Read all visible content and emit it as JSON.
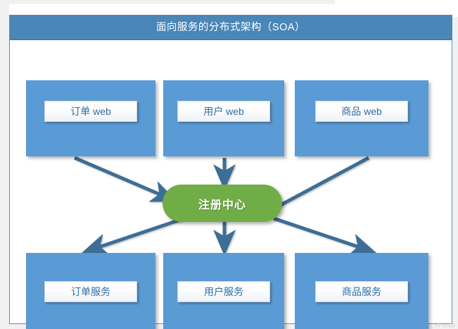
{
  "card": {
    "title": "面向服务的分布式架构（SOA）"
  },
  "colors": {
    "title_bar": "#4a86b8",
    "node_fill": "#5b9bd5",
    "registry_fill": "#70ad47",
    "connector": "#3e6e95",
    "label_text": "#2e6da4",
    "panel_background": "#ffffff",
    "page_background": "#f1f1f1"
  },
  "nodes": {
    "top": [
      {
        "id": "order-web",
        "label": "订单 web"
      },
      {
        "id": "user-web",
        "label": "用户 web"
      },
      {
        "id": "product-web",
        "label": "商品 web"
      }
    ],
    "center": {
      "id": "registry",
      "label": "注册中心"
    },
    "bottom": [
      {
        "id": "order-service",
        "label": "订单服务"
      },
      {
        "id": "user-service",
        "label": "用户服务"
      },
      {
        "id": "product-service",
        "label": "商品服务"
      }
    ]
  },
  "connectors": [
    {
      "id": "order-web-to-registry",
      "from": "order-web",
      "to": "registry",
      "direction": "down-right",
      "arrowhead": true
    },
    {
      "id": "user-web-to-registry",
      "from": "user-web",
      "to": "registry",
      "direction": "down",
      "arrowhead": true
    },
    {
      "id": "product-web-to-registry",
      "from": "product-web",
      "to": "registry",
      "direction": "down-left",
      "arrowhead": false
    },
    {
      "id": "registry-to-order-service",
      "from": "registry",
      "to": "order-service",
      "direction": "down-left",
      "arrowhead": true
    },
    {
      "id": "registry-to-user-service",
      "from": "registry",
      "to": "user-service",
      "direction": "down",
      "arrowhead": true
    },
    {
      "id": "registry-to-product-service",
      "from": "registry",
      "to": "product-service",
      "direction": "down-right",
      "arrowhead": true
    }
  ],
  "watermark": {
    "text": "博客园"
  }
}
